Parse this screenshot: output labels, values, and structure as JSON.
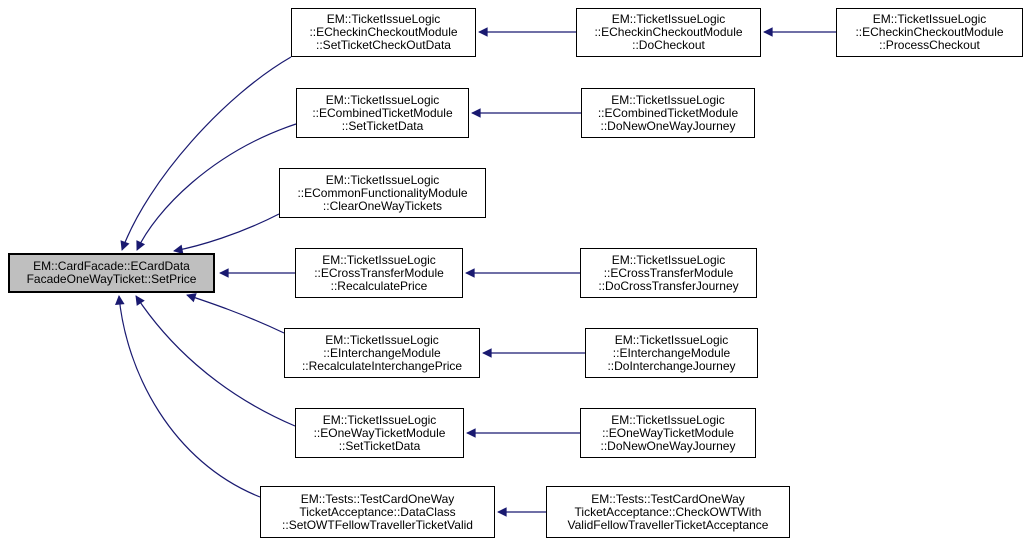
{
  "diagram": {
    "type": "caller-graph",
    "colors": {
      "edge": "#191970",
      "node_border": "#000000",
      "node_fill": "#ffffff",
      "highlight_fill": "#bfbfbf",
      "text": "#000000",
      "background": "#ffffff"
    },
    "nodes": [
      {
        "id": "card-facade-set-price",
        "label": "EM::CardFacade::ECardData\nFacadeOneWayTicket::SetPrice",
        "highlighted": true
      },
      {
        "id": "checkin-checkout-set-ticket-checkout-data",
        "label": "EM::TicketIssueLogic\n::ECheckinCheckoutModule\n::SetTicketCheckOutData",
        "highlighted": false
      },
      {
        "id": "checkin-checkout-do-checkout",
        "label": "EM::TicketIssueLogic\n::ECheckinCheckoutModule\n::DoCheckout",
        "highlighted": false
      },
      {
        "id": "checkin-checkout-process-checkout",
        "label": "EM::TicketIssueLogic\n::ECheckinCheckoutModule\n::ProcessCheckout",
        "highlighted": false
      },
      {
        "id": "combined-ticket-set-ticket-data",
        "label": "EM::TicketIssueLogic\n::ECombinedTicketModule\n::SetTicketData",
        "highlighted": false
      },
      {
        "id": "combined-ticket-do-new-one-way-journey",
        "label": "EM::TicketIssueLogic\n::ECombinedTicketModule\n::DoNewOneWayJourney",
        "highlighted": false
      },
      {
        "id": "common-functionality-clear-one-way-tickets",
        "label": "EM::TicketIssueLogic\n::ECommonFunctionalityModule\n::ClearOneWayTickets",
        "highlighted": false
      },
      {
        "id": "cross-transfer-recalculate-price",
        "label": "EM::TicketIssueLogic\n::ECrossTransferModule\n::RecalculatePrice",
        "highlighted": false
      },
      {
        "id": "cross-transfer-do-cross-transfer-journey",
        "label": "EM::TicketIssueLogic\n::ECrossTransferModule\n::DoCrossTransferJourney",
        "highlighted": false
      },
      {
        "id": "interchange-recalculate-interchange-price",
        "label": "EM::TicketIssueLogic\n::EInterchangeModule\n::RecalculateInterchangePrice",
        "highlighted": false
      },
      {
        "id": "interchange-do-interchange-journey",
        "label": "EM::TicketIssueLogic\n::EInterchangeModule\n::DoInterchangeJourney",
        "highlighted": false
      },
      {
        "id": "one-way-ticket-set-ticket-data",
        "label": "EM::TicketIssueLogic\n::EOneWayTicketModule\n::SetTicketData",
        "highlighted": false
      },
      {
        "id": "one-way-ticket-do-new-one-way-journey",
        "label": "EM::TicketIssueLogic\n::EOneWayTicketModule\n::DoNewOneWayJourney",
        "highlighted": false
      },
      {
        "id": "tests-data-class-set-owt-fellow-traveller-ticket-valid",
        "label": "EM::Tests::TestCardOneWay\nTicketAcceptance::DataClass\n::SetOWTFellowTravellerTicketValid",
        "highlighted": false
      },
      {
        "id": "tests-check-owt-with-valid-fellow-traveller-ticket-acceptance",
        "label": "EM::Tests::TestCardOneWay\nTicketAcceptance::CheckOWTWith\nValidFellowTravellerTicketAcceptance",
        "highlighted": false
      }
    ],
    "edges": [
      {
        "from": "checkin-checkout-set-ticket-checkout-data",
        "to": "card-facade-set-price"
      },
      {
        "from": "checkin-checkout-do-checkout",
        "to": "checkin-checkout-set-ticket-checkout-data"
      },
      {
        "from": "checkin-checkout-process-checkout",
        "to": "checkin-checkout-do-checkout"
      },
      {
        "from": "combined-ticket-set-ticket-data",
        "to": "card-facade-set-price"
      },
      {
        "from": "combined-ticket-do-new-one-way-journey",
        "to": "combined-ticket-set-ticket-data"
      },
      {
        "from": "common-functionality-clear-one-way-tickets",
        "to": "card-facade-set-price"
      },
      {
        "from": "cross-transfer-recalculate-price",
        "to": "card-facade-set-price"
      },
      {
        "from": "cross-transfer-do-cross-transfer-journey",
        "to": "cross-transfer-recalculate-price"
      },
      {
        "from": "interchange-recalculate-interchange-price",
        "to": "card-facade-set-price"
      },
      {
        "from": "interchange-do-interchange-journey",
        "to": "interchange-recalculate-interchange-price"
      },
      {
        "from": "one-way-ticket-set-ticket-data",
        "to": "card-facade-set-price"
      },
      {
        "from": "one-way-ticket-do-new-one-way-journey",
        "to": "one-way-ticket-set-ticket-data"
      },
      {
        "from": "tests-data-class-set-owt-fellow-traveller-ticket-valid",
        "to": "card-facade-set-price"
      },
      {
        "from": "tests-check-owt-with-valid-fellow-traveller-ticket-acceptance",
        "to": "tests-data-class-set-owt-fellow-traveller-ticket-valid"
      }
    ]
  }
}
